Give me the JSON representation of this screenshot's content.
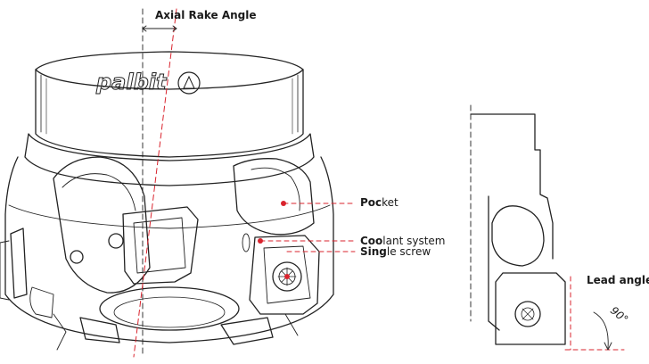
{
  "labels": {
    "axial_rake_angle": "Axial Rake Angle",
    "pocket_bold": "Poc",
    "pocket_rest": "ket",
    "coolant_bold": "Coo",
    "coolant_rest": "lant system",
    "screw_bold": "Sing",
    "screw_rest": "le screw",
    "lead_angle": "Lead angle",
    "angle_value": "90°"
  },
  "logo": {
    "text": "palbit"
  },
  "colors": {
    "accent": "#d9232d",
    "line": "#222222"
  }
}
